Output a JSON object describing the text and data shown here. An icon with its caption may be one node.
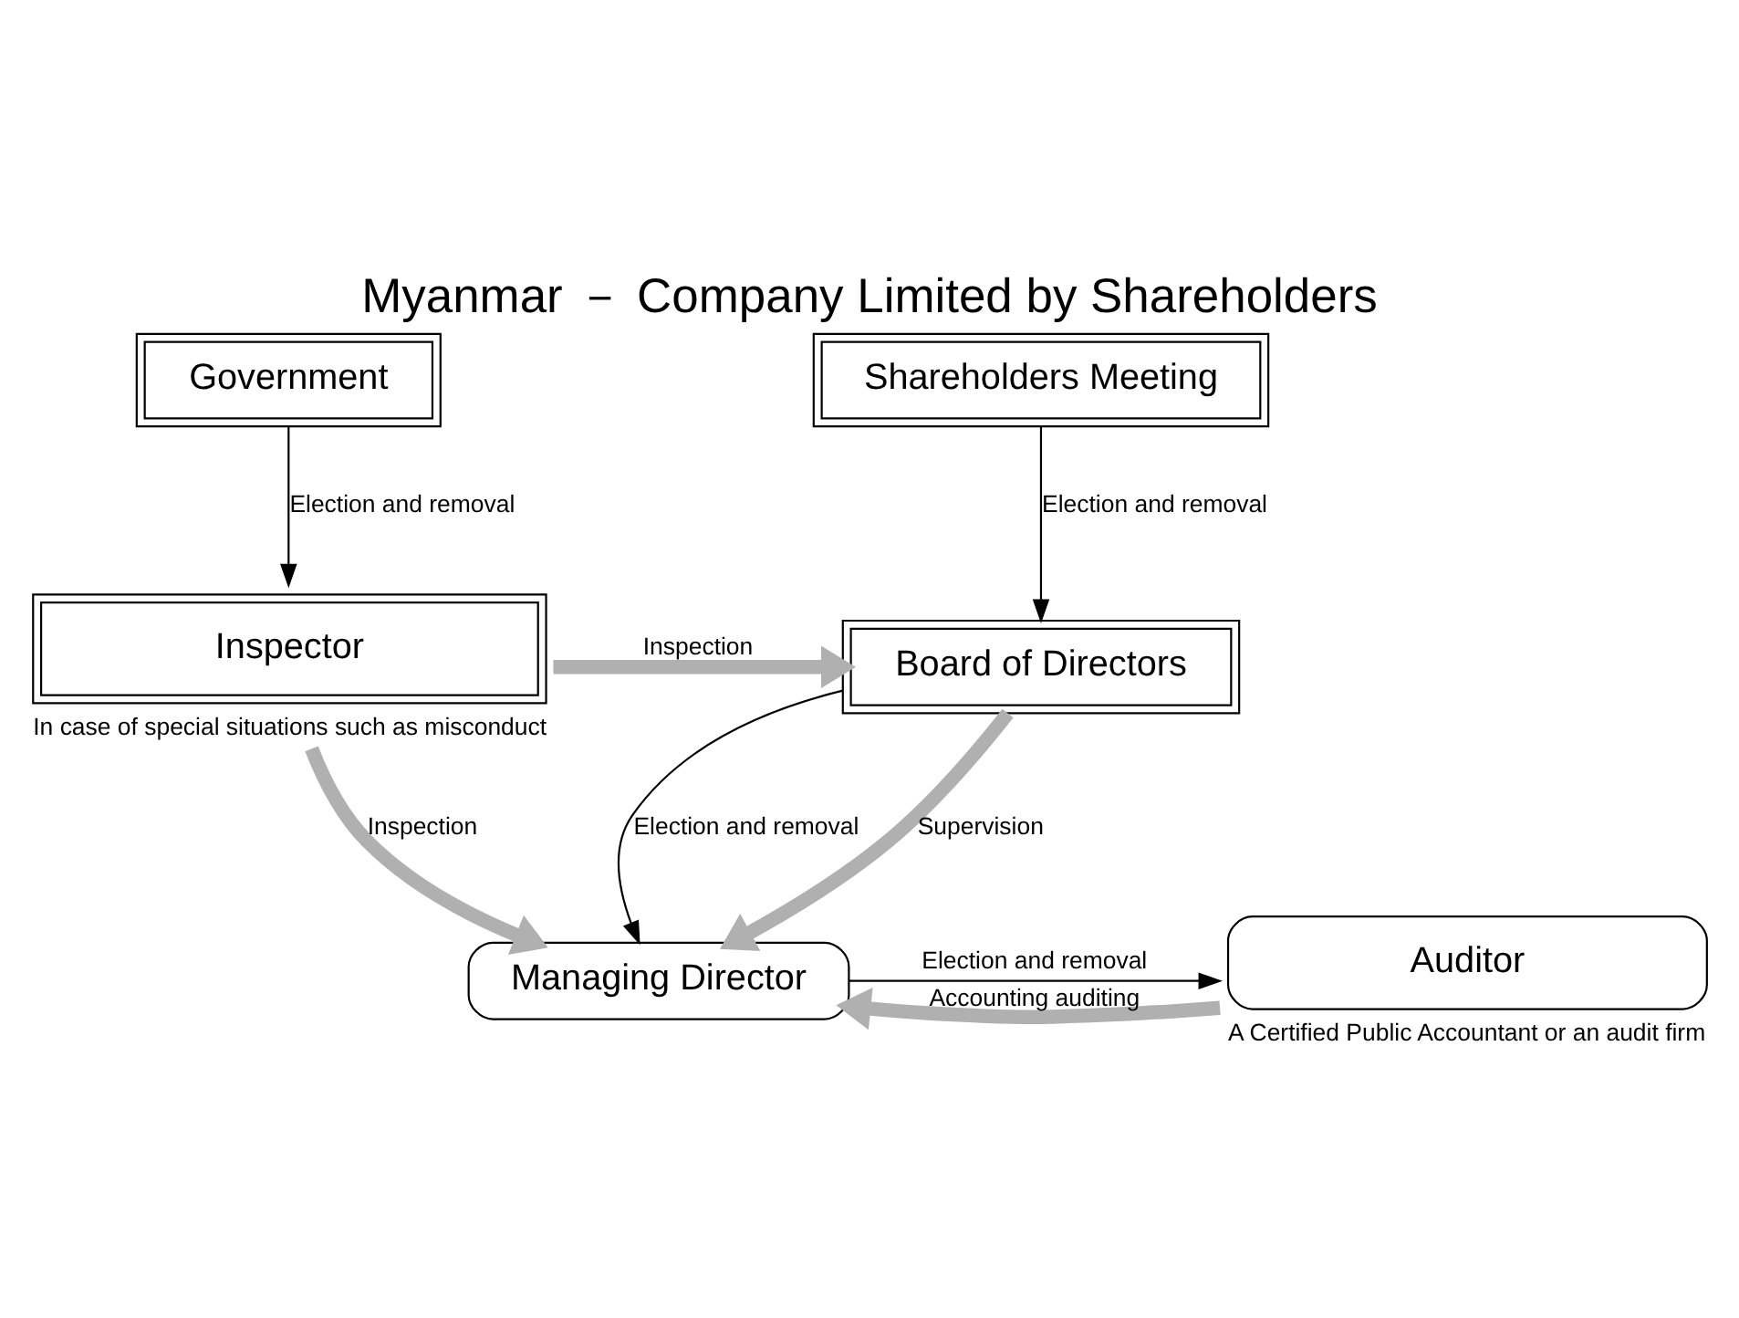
{
  "diagram": {
    "title": "Myanmar － Company Limited by Shareholders",
    "nodes": [
      {
        "text": [
          "Government"
        ]
      },
      {
        "text": [
          "Shareholders Meeting"
        ]
      },
      {
        "text": [
          "Inspector"
        ],
        "beside": [
          "In case of special situations such as misconduct"
        ]
      },
      {
        "text": [
          "Board of Directors"
        ]
      },
      {
        "text": [
          "Managing Director"
        ]
      },
      {
        "text": [
          "Auditor"
        ],
        "beside": [
          "A Certified Public Accountant or an audit firm"
        ]
      }
    ],
    "edges": [
      {
        "from": 0,
        "to": 2,
        "arrow": "to",
        "label": "Election and removal"
      },
      {
        "from": 1,
        "to": 3,
        "arrow": "to",
        "label": "Election and removal"
      },
      {
        "from": 2,
        "to": 3,
        "arrow": "to",
        "label": "Inspection",
        "style": "thick",
        "color": "#b0b0b0"
      },
      {
        "from": 2,
        "to": 4,
        "arrow": "to",
        "label": "Inspection",
        "style": "thick",
        "color": "#b0b0b0"
      },
      {
        "from": 3,
        "to": 4,
        "arrow": "to",
        "label": "Election and removal"
      },
      {
        "from": 3,
        "to": 4,
        "arrow": "to",
        "label": "Supervision",
        "style": "thick",
        "color": "#b0b0b0"
      },
      {
        "from": 4,
        "to": 5,
        "arrow": "to",
        "label": "Election and removal"
      },
      {
        "from": 5,
        "to": 4,
        "arrow": "to",
        "label": "Accounting auditing",
        "style": "thick",
        "color": "#b0b0b0"
      }
    ]
  }
}
